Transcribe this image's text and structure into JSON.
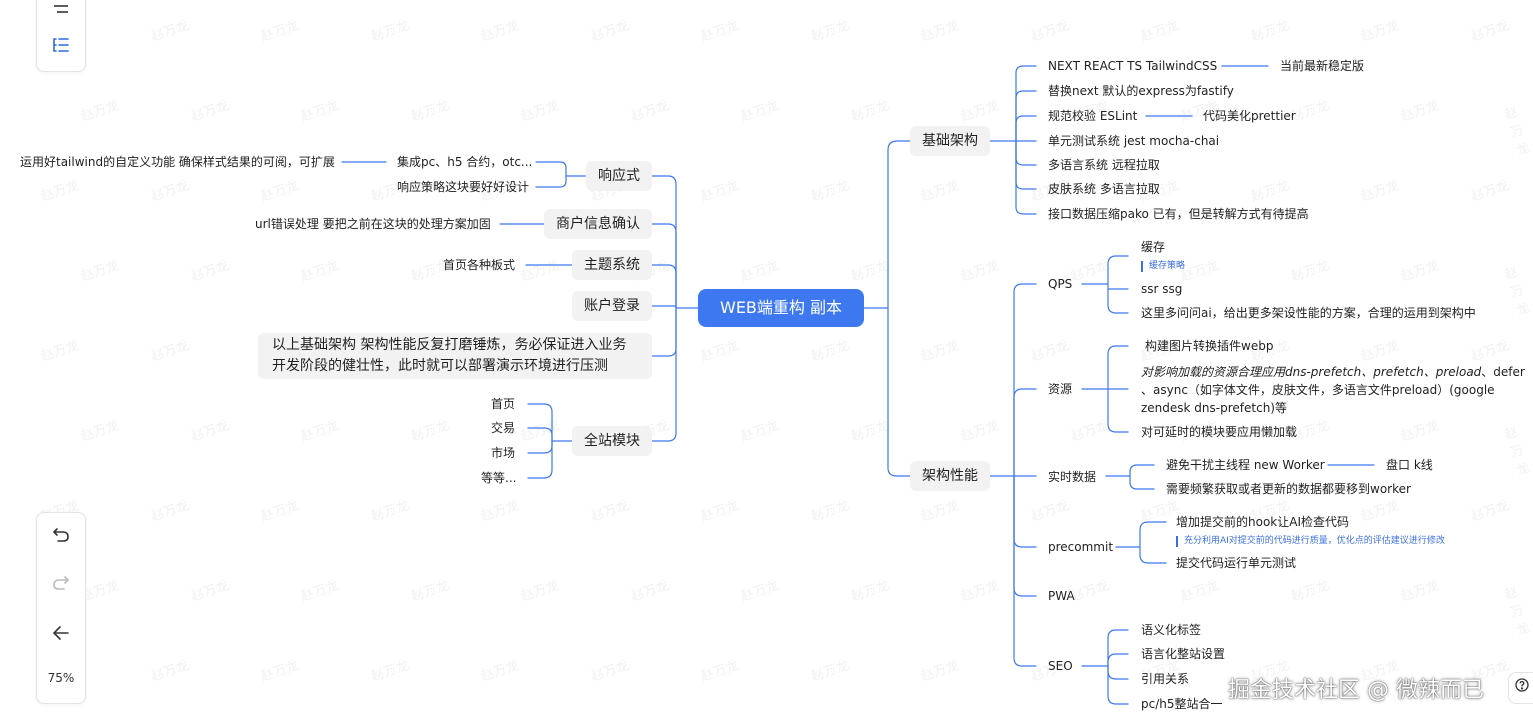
{
  "root": "WEB端重构 副本",
  "left": {
    "responsive": {
      "label": "响应式",
      "children": [
        "集成pc、h5 合约，otc...",
        "响应策略这块要好好设计"
      ],
      "grandchild": "运用好tailwind的自定义功能 确保样式结果的可阅，可扩展"
    },
    "merchant": {
      "label": "商户信息确认",
      "child": "url错误处理 要把之前在这块的处理方案加固"
    },
    "theme": {
      "label": "主题系统",
      "child": "首页各种板式"
    },
    "login": {
      "label": "账户登录"
    },
    "note": "以上基础架构 架构性能反复打磨锤炼，务必保证进入业务开发阶段的健壮性，此时就可以部署演示环境进行压测",
    "modules": {
      "label": "全站模块",
      "children": [
        "首页",
        "交易",
        "市场",
        "等等..."
      ]
    }
  },
  "right": {
    "base": {
      "label": "基础架构",
      "items": [
        "NEXT REACT TS  TailwindCSS",
        "替换next 默认的express为fastify",
        "规范校验 ESLint",
        "单元测试系统 jest mocha-chai",
        "多语言系统 远程拉取",
        "皮肤系统 多语言拉取",
        "接口数据压缩pako 已有，但是转解方式有待提高"
      ],
      "item0_child": "当前最新稳定版",
      "item2_child": "代码美化prettier"
    },
    "perf": {
      "label": "架构性能",
      "qps": {
        "label": "QPS",
        "cache": "缓存",
        "cache_note": "缓存策略",
        "ssr": "ssr ssg",
        "ai": "这里多问问ai，给出更多架设性能的方案，合理的运用到架构中"
      },
      "resource": {
        "label": "资源",
        "webp": "构建图片转换插件webp",
        "preload_line1_italic": "对影响加载的资源合理应用dns-prefetch、prefetch、preload",
        "preload_line1_tail": "、defer",
        "preload_line2": "、async（如字体文件，皮肤文件，多语言文件preload）(google",
        "preload_line3": "zendesk dns-prefetch)等",
        "lazy": "对可延时的模块要应用懒加载"
      },
      "realtime": {
        "label": "实时数据",
        "worker": "避免干扰主线程 new Worker",
        "worker_child": "盘口 k线",
        "move": "需要频繁获取或者更新的数据都要移到worker"
      },
      "precommit": {
        "label": "precommit",
        "hook": "增加提交前的hook让AI检查代码",
        "hook_note": "充分利用AI对提交前的代码进行质量，优化点的评估建议进行修改",
        "unit": "提交代码运行单元测试"
      },
      "pwa": {
        "label": "PWA"
      },
      "seo": {
        "label": "SEO",
        "items": [
          "语义化标签",
          "语言化整站设置",
          "引用关系",
          "pc/h5整站合一"
        ]
      }
    }
  },
  "toolbar": {
    "zoom": "75%"
  },
  "watermark": "赵万龙",
  "footer_badge": "掘金技术社区 @ 微辣而已",
  "icons": {
    "outline": "outline-icon",
    "structure": "structure-icon",
    "undo": "undo-icon",
    "redo": "redo-icon",
    "back": "back-icon",
    "help": "help-icon"
  },
  "colors": {
    "root_bg": "#3d78f0",
    "line": "#3d78f0",
    "pill_bg": "#f2f2f2"
  }
}
